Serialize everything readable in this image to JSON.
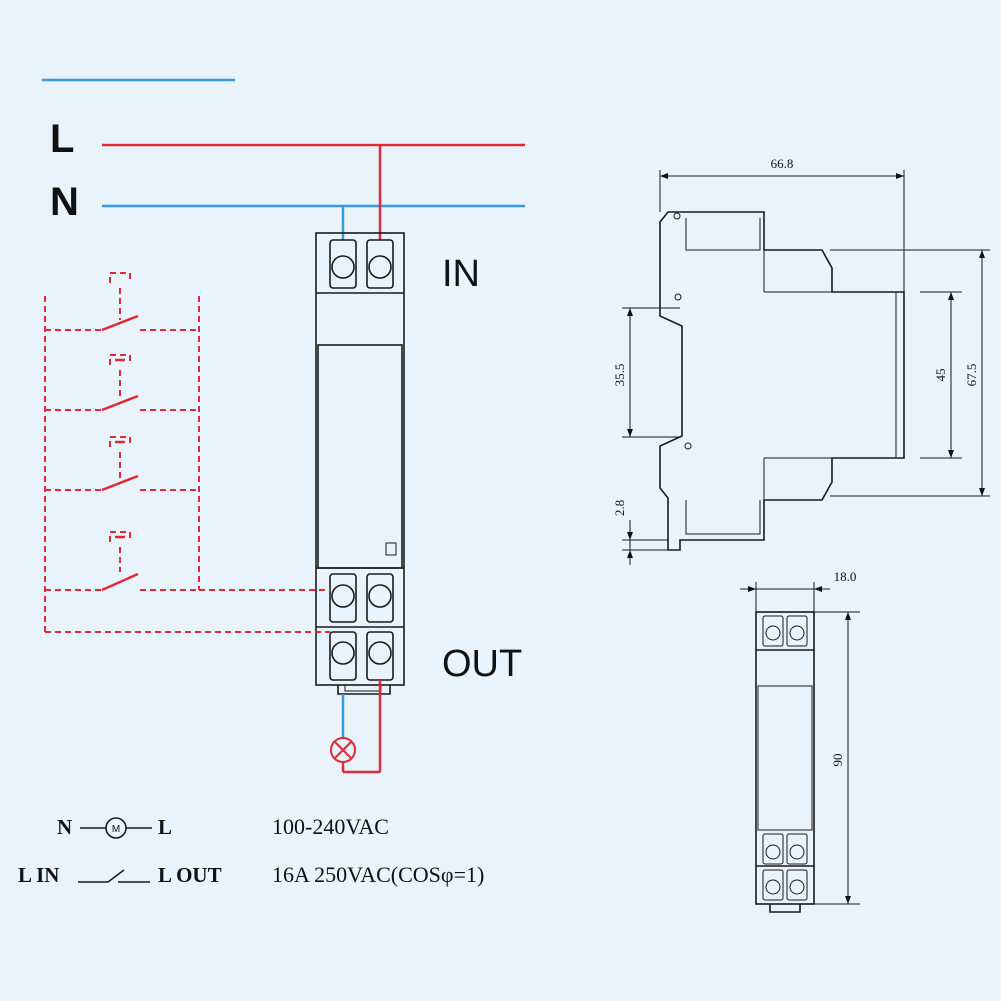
{
  "wiring": {
    "line_label": "L",
    "neutral_label": "N",
    "in_label": "IN",
    "out_label": "OUT"
  },
  "dimensions": {
    "width": "66.8",
    "rail_height": "35.5",
    "inner_height": "45",
    "total_height": "67.5",
    "base_offset": "2.8",
    "front_width": "18.0",
    "front_height": "90"
  },
  "legend": {
    "n_label": "N",
    "l_label": "L",
    "supply": "100-240VAC",
    "l_in": "L IN",
    "l_out": "L OUT",
    "rating": "16A 250VAC(COSφ=1)"
  },
  "colors": {
    "line_wire": "#e02a3a",
    "neutral_wire": "#3a9ad9",
    "background": "#e9f3fb"
  }
}
